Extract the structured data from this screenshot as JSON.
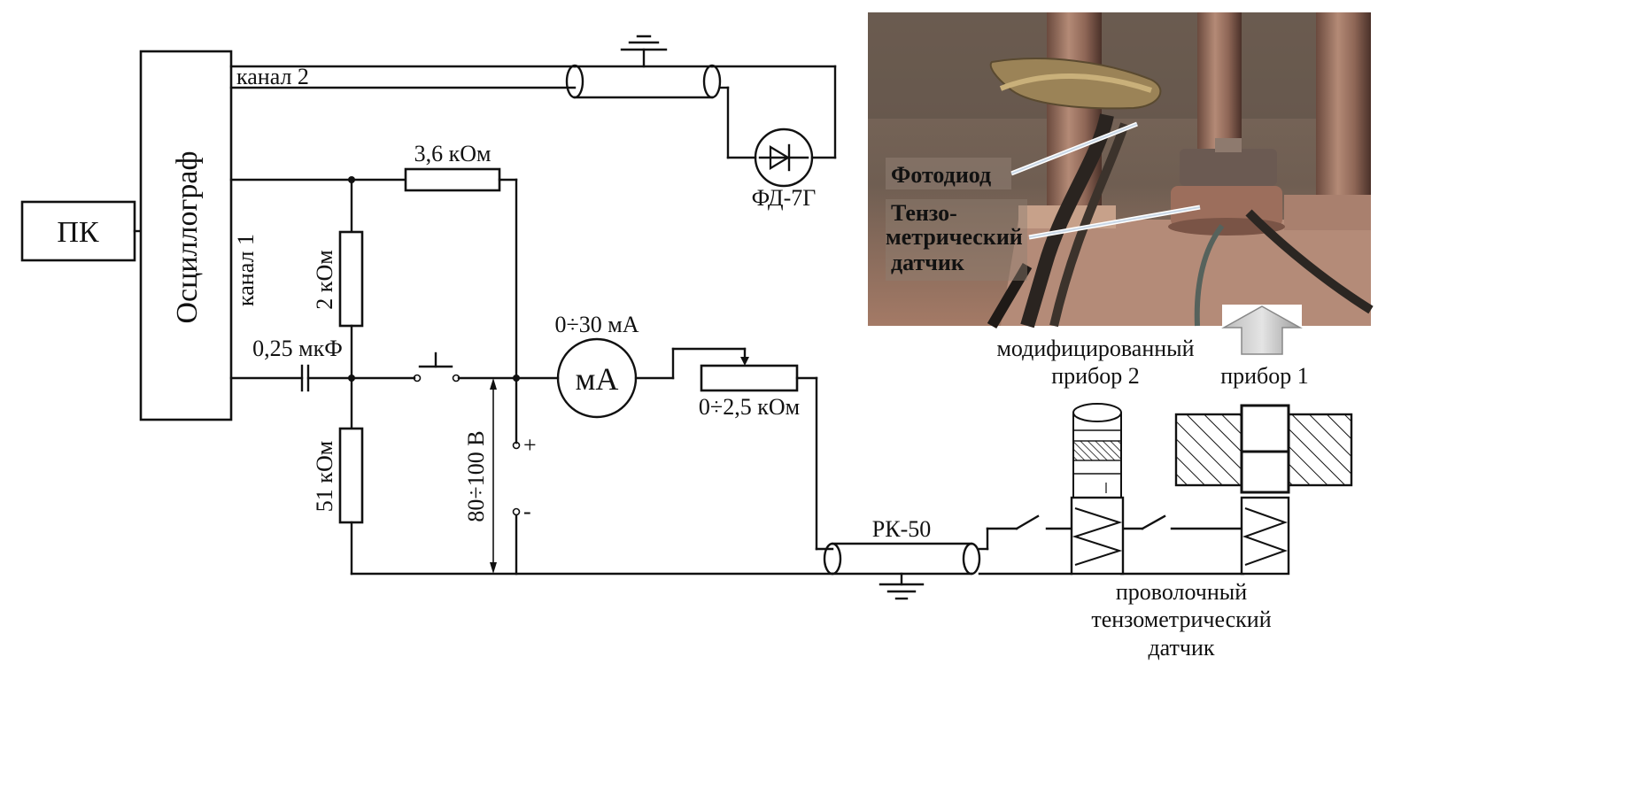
{
  "blocks": {
    "pc": "ПК",
    "oscilloscope": "Осциллограф",
    "channel1": "канал 1",
    "channel2": "канал 2"
  },
  "components": {
    "r_top": "3,6 кОм",
    "r_2k": "2 кОм",
    "r_51k": "51 кОм",
    "capacitor": "0,25 мкФ",
    "ammeter_range": "0÷30 мА",
    "ammeter_symbol": "мА",
    "rheostat": "0÷2,5 кОм",
    "voltage": "80÷100 В",
    "plus": "+",
    "minus": "-",
    "cable": "РК-50",
    "photodiode_model": "ФД-7Г"
  },
  "devices": {
    "modified_device_2": [
      "модифицированный",
      "прибор 2"
    ],
    "device_1": "прибор 1",
    "wire_gauge": [
      "проволочный",
      "тензометрический",
      "датчик"
    ]
  },
  "photo": {
    "photodiode": "Фотодиод",
    "strain_gauge": [
      "Тензо-",
      "метрический",
      "датчик"
    ]
  }
}
